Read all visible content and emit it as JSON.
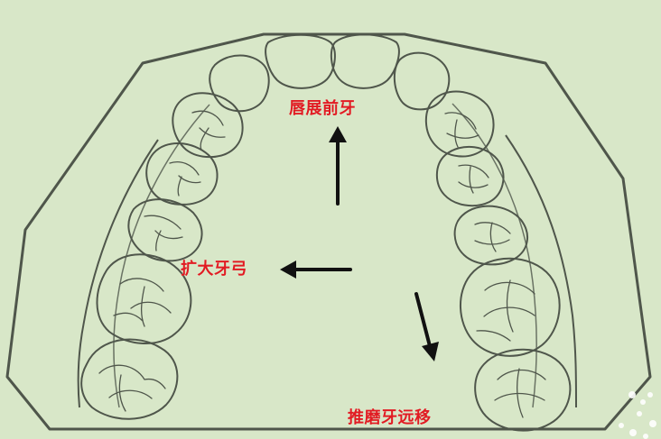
{
  "labels": {
    "labial_expansion": "唇展前牙",
    "arch_expansion": "扩大牙弓",
    "molar_distalization": "推磨牙远移"
  },
  "colors": {
    "background": "#d8e7c8",
    "outline": "#4f564b",
    "arrow": "#111111",
    "label": "#e11b22"
  }
}
